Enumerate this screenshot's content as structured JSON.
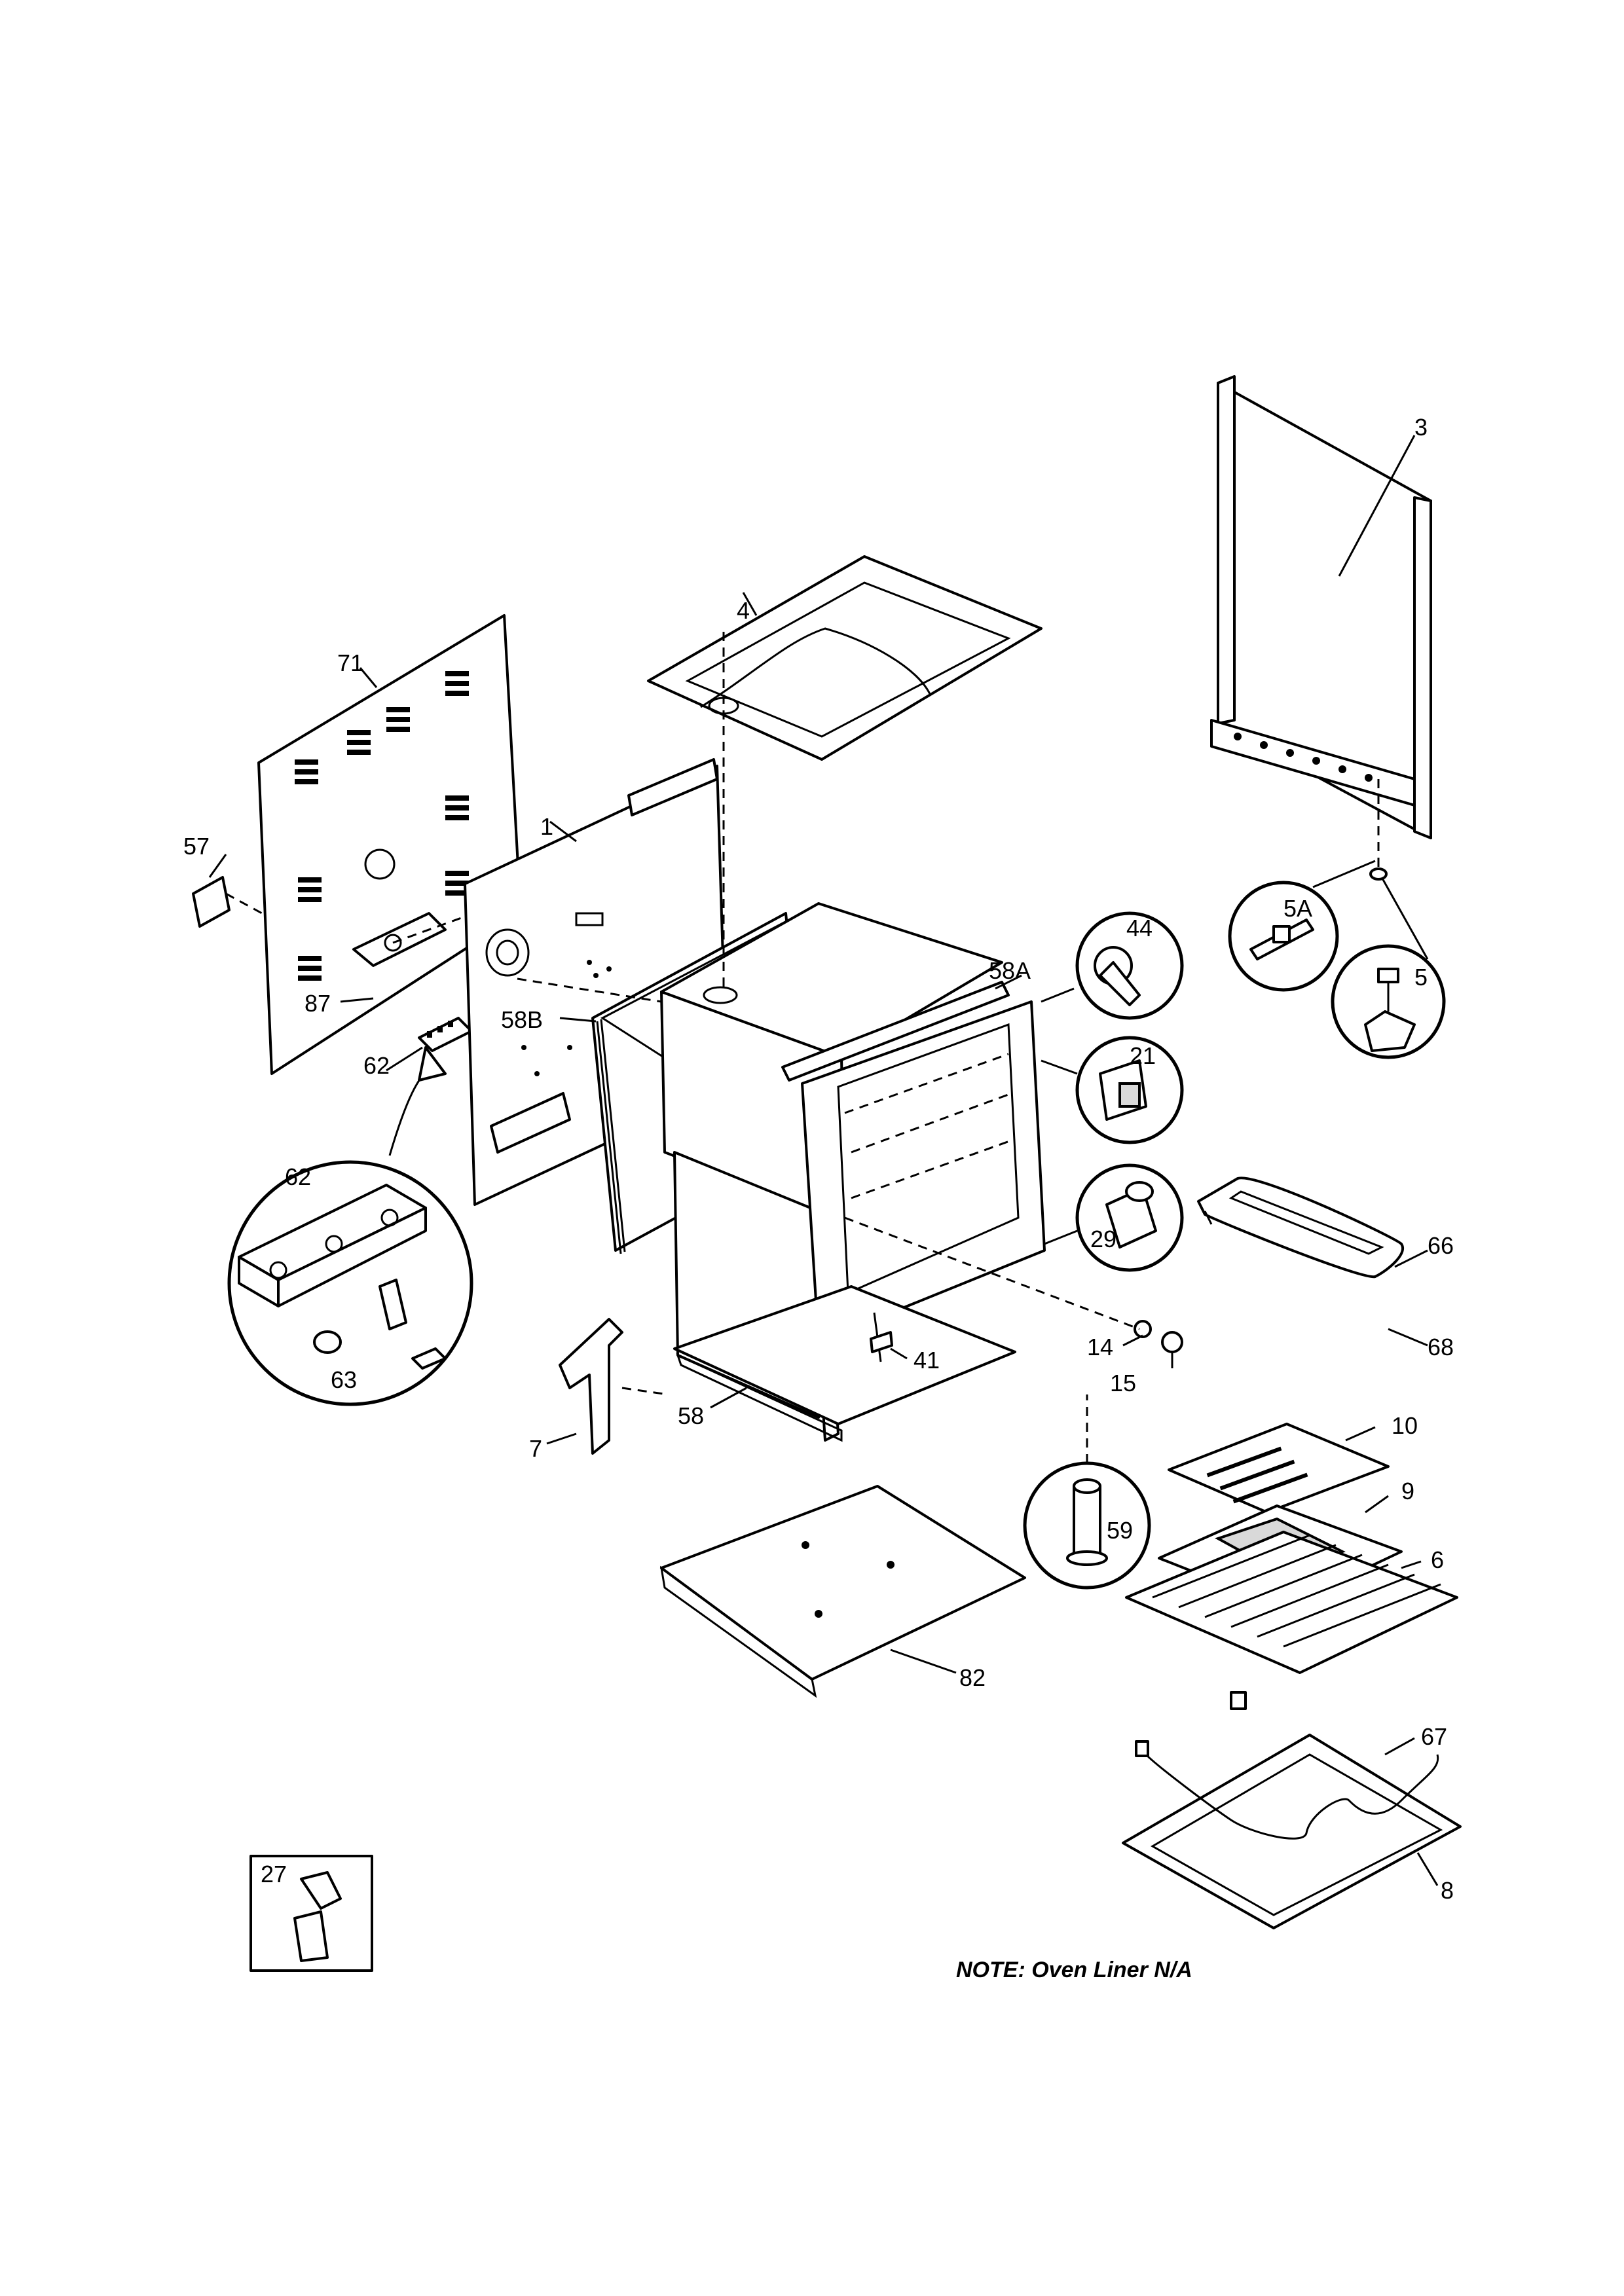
{
  "labels": {
    "p3": "3",
    "p4": "4",
    "p71": "71",
    "p1": "1",
    "p57": "57",
    "p87": "87",
    "p62a": "62",
    "p62b": "62",
    "p63": "63",
    "p58a": "58A",
    "p58b": "58B",
    "p44": "44",
    "p21": "21",
    "p29": "29",
    "p5a": "5A",
    "p5": "5",
    "p66": "66",
    "p68": "68",
    "p14": "14",
    "p15": "15",
    "p41": "41",
    "p7": "7",
    "p58": "58",
    "p10": "10",
    "p9": "9",
    "p6": "6",
    "p59": "59",
    "p82": "82",
    "p67": "67",
    "p8": "8",
    "p27": "27"
  },
  "note": "NOTE: Oven Liner N/A"
}
